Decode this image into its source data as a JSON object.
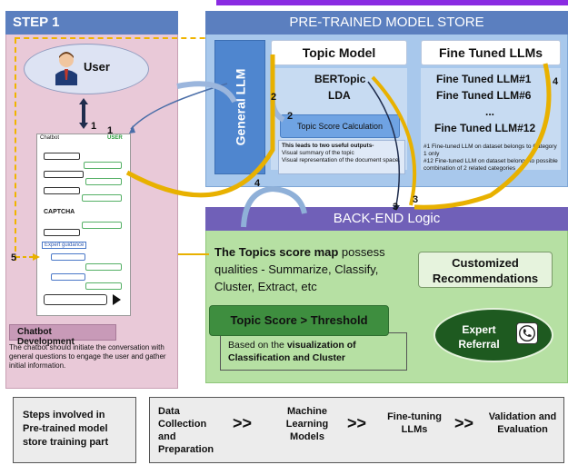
{
  "step1": {
    "title": "STEP 1",
    "user_label": "User",
    "chatbot": {
      "title": "Chatbot",
      "user_tag": "USER",
      "captcha": "CAPTCHA",
      "expert_guidance": "Expert guidance"
    },
    "chatbot_dev": {
      "title": "Chatbot Development",
      "text": "The chatbot should initiate the conversation with general questions to engage the user and gather initial information."
    }
  },
  "model_store": {
    "title": "PRE-TRAINED MODEL STORE",
    "general_llm": "General LLM",
    "topic_model": {
      "title": "Topic Model",
      "items": [
        "BERTopic",
        "LDA"
      ]
    },
    "topic_score": {
      "title": "Topic Score Calculation",
      "lead": "This leads to two useful outputs-",
      "lines": [
        "Visual summary of the topic",
        "Visual representation of the document space."
      ]
    },
    "fine_tuned": {
      "title": "Fine Tuned LLMs",
      "items": [
        "Fine Tuned LLM#1",
        "Fine Tuned LLM#6",
        "...",
        "Fine Tuned LLM#12"
      ],
      "notes": [
        "#1 Fine-tuned LLM on dataset belongs to Category 1 only",
        "#12 Fine-tuned LLM on dataset belongs to possible combination of 2 related categories"
      ]
    }
  },
  "backend": {
    "title": "BACK-END Logic",
    "topics_bold": "The Topics score map",
    "topics_rest": " possess qualities - Summarize, Classify, Cluster, Extract, etc",
    "customized": "Customized Recommendations",
    "threshold": "Topic Score > Threshold",
    "threshold_pre": "Based on the ",
    "threshold_bold": "visualization of Classification and Cluster",
    "expert": "Expert Referral"
  },
  "arrow_numbers": [
    "1",
    "1",
    "2",
    "2",
    "3",
    "3",
    "4",
    "4",
    "5"
  ],
  "bottom": {
    "left_label": "Steps involved in Pre-trained model store training part",
    "stages": [
      "Data Collection and Preparation",
      "Machine Learning Models",
      "Fine-tuning LLMs",
      "Validation and Evaluation"
    ],
    "separator": ">>"
  },
  "colors": {
    "header_blue": "#5b7fbf",
    "backend_purple": "#7060b8",
    "arrow_yellow": "#f0b400",
    "threshold_green": "#3e8e3f"
  }
}
